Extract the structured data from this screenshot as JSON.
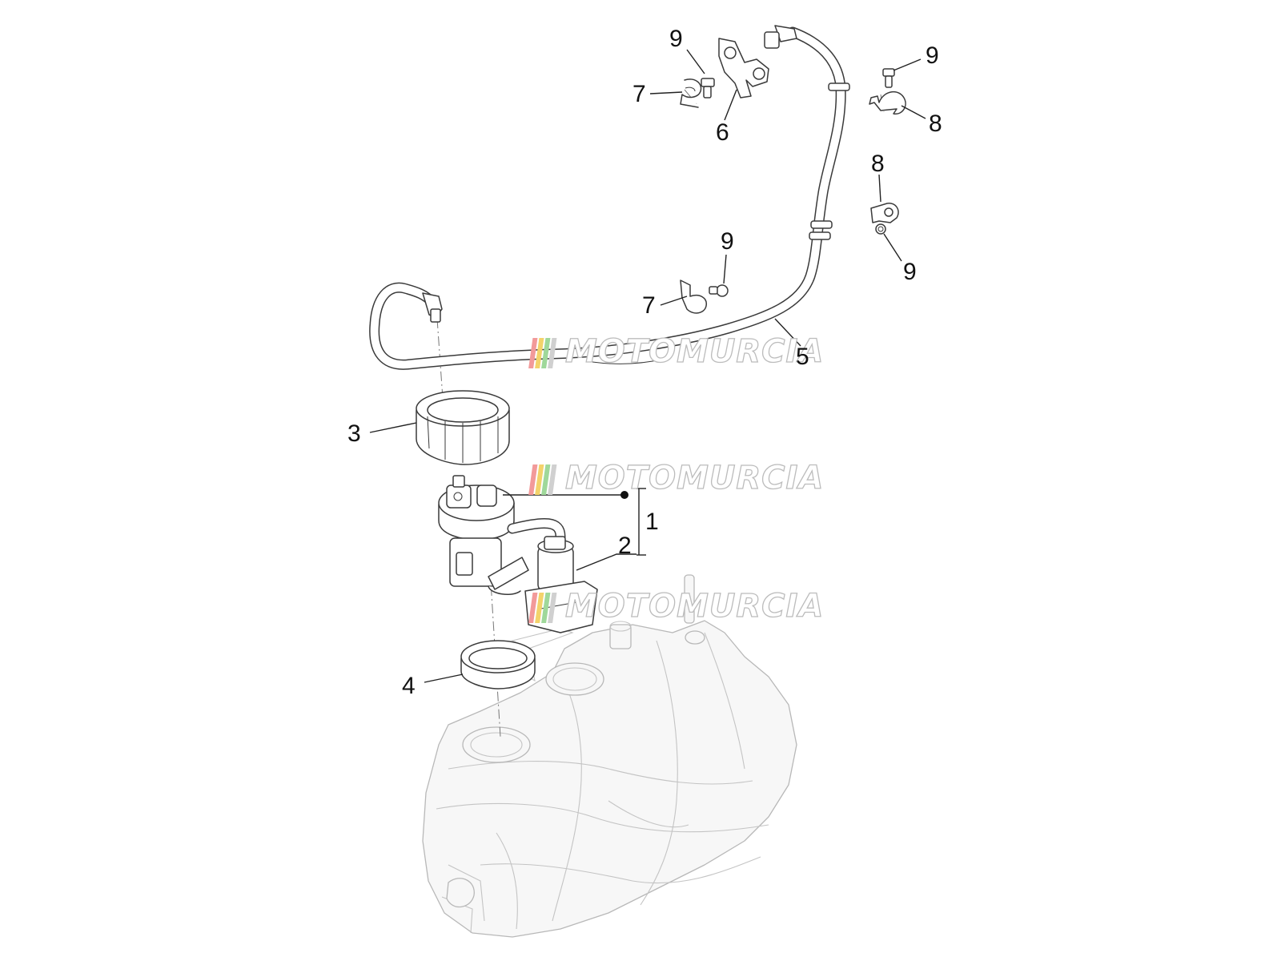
{
  "diagram": {
    "watermark_text": "MOTOMURCIA",
    "watermark_stripe_colors": [
      "#f29a9a",
      "#f3d36b",
      "#9fd89a",
      "#d0d0d0"
    ],
    "callouts": [
      {
        "id": "c1",
        "label": "1"
      },
      {
        "id": "c2",
        "label": "2"
      },
      {
        "id": "c3",
        "label": "3"
      },
      {
        "id": "c4",
        "label": "4"
      },
      {
        "id": "c5",
        "label": "5"
      },
      {
        "id": "c6",
        "label": "6"
      },
      {
        "id": "c7a",
        "label": "7"
      },
      {
        "id": "c7b",
        "label": "7"
      },
      {
        "id": "c8a",
        "label": "8"
      },
      {
        "id": "c8b",
        "label": "8"
      },
      {
        "id": "c9a",
        "label": "9"
      },
      {
        "id": "c9b",
        "label": "9"
      },
      {
        "id": "c9c",
        "label": "9"
      },
      {
        "id": "c9d",
        "label": "9"
      }
    ]
  }
}
